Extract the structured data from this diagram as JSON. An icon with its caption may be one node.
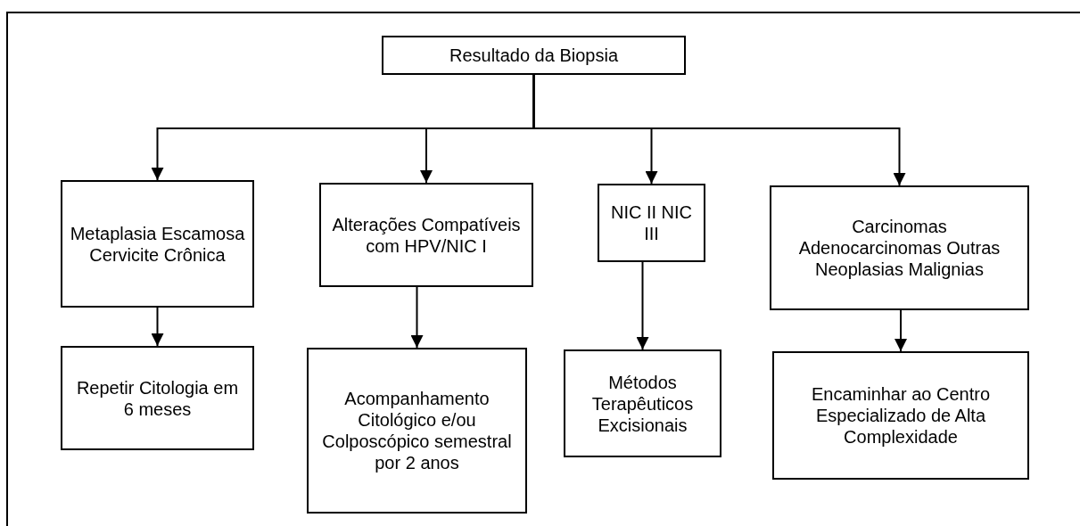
{
  "diagram": {
    "nodes": [
      {
        "text": [
          "Resultado da Biopsia"
        ]
      },
      {
        "text": [
          "Metaplasia Escamosa Cervicite Crônica"
        ]
      },
      {
        "text": [
          "Alterações Compatíveis com HPV/NIC I"
        ]
      },
      {
        "text": [
          "NIC II NIC III"
        ]
      },
      {
        "text": [
          "Carcinomas Adenocarcinomas Outras Neoplasias Malignias"
        ]
      },
      {
        "text": [
          "Repetir Citologia em 6 meses"
        ]
      },
      {
        "text": [
          "Acompanhamento Citológico e/ou Colposcópico semestral por 2 anos"
        ]
      },
      {
        "text": [
          "Métodos Terapêuticos Excisionais"
        ]
      },
      {
        "text": [
          "Encaminhar ao Centro Especializado de Alta Complexidade"
        ]
      }
    ],
    "edges": [
      {
        "from": 0,
        "to": 1,
        "arrow": "to"
      },
      {
        "from": 0,
        "to": 2,
        "arrow": "to"
      },
      {
        "from": 0,
        "to": 3,
        "arrow": "to"
      },
      {
        "from": 0,
        "to": 4,
        "arrow": "to"
      },
      {
        "from": 1,
        "to": 5,
        "arrow": "to"
      },
      {
        "from": 2,
        "to": 6,
        "arrow": "to"
      },
      {
        "from": 3,
        "to": 7,
        "arrow": "to"
      },
      {
        "from": 4,
        "to": 8,
        "arrow": "to"
      }
    ]
  }
}
